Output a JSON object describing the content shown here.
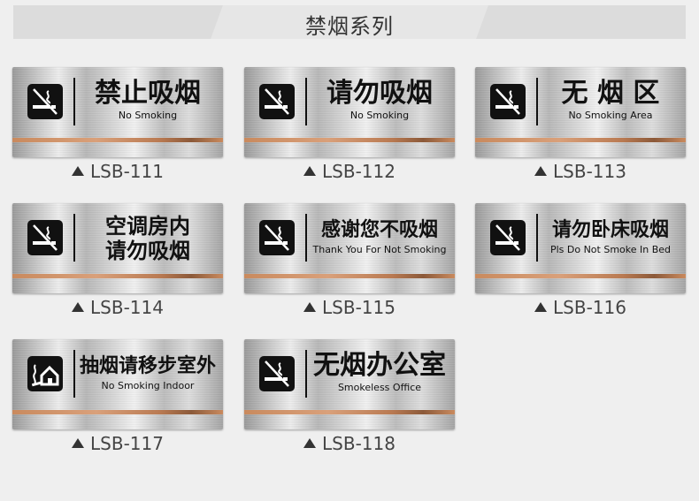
{
  "header": {
    "title": "禁烟系列"
  },
  "products": [
    {
      "cn": "禁止吸烟",
      "en": "No Smoking",
      "code": "LSB-111",
      "icon": "no-smoking-icon"
    },
    {
      "cn": "请勿吸烟",
      "en": "No Smoking",
      "code": "LSB-112",
      "icon": "no-smoking-icon"
    },
    {
      "cn": "无 烟 区",
      "en": "No Smoking Area",
      "code": "LSB-113",
      "icon": "no-smoking-icon"
    },
    {
      "cn": "空调房内",
      "cn2": "请勿吸烟",
      "code": "LSB-114",
      "icon": "no-smoking-icon"
    },
    {
      "cn": "感谢您不吸烟",
      "en": "Thank You For Not Smoking",
      "code": "LSB-115",
      "icon": "no-smoking-icon"
    },
    {
      "cn": "请勿卧床吸烟",
      "en": "Pls Do Not Smoke In Bed",
      "code": "LSB-116",
      "icon": "no-smoking-icon"
    },
    {
      "cn": "抽烟请移步室外",
      "en": "No Smoking Indoor",
      "code": "LSB-117",
      "icon": "smoke-outside-house-icon"
    },
    {
      "cn": "无烟办公室",
      "en": "Smokeless Office",
      "code": "LSB-118",
      "icon": "no-smoking-icon"
    }
  ]
}
